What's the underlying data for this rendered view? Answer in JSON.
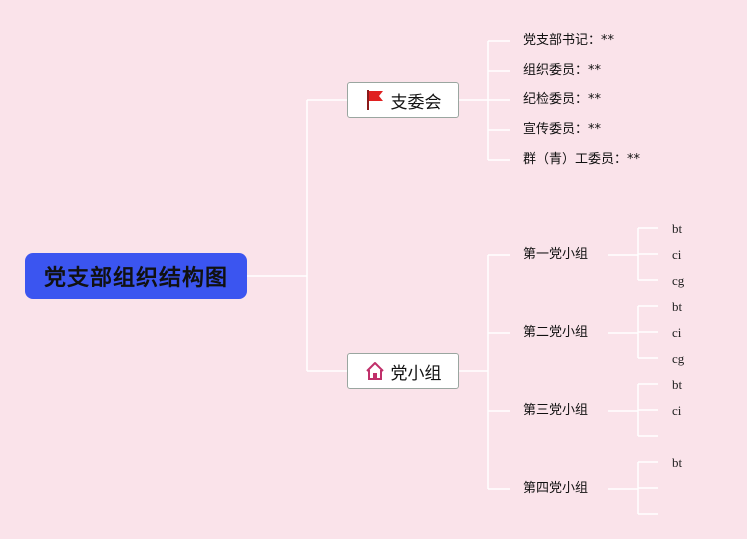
{
  "root": {
    "title": "党支部组织结构图"
  },
  "committee": {
    "label": "支委会",
    "icon": "red-flag-icon",
    "members": [
      "党支部书记：**",
      "组织委员：**",
      "纪检委员：**",
      "宣传委员：**",
      "群（青）工委员：**"
    ]
  },
  "groups": {
    "label": "党小组",
    "icon": "house-icon",
    "items": [
      {
        "name": "第一党小组",
        "leaves": [
          "bt",
          "ci",
          "cg"
        ]
      },
      {
        "name": "第二党小组",
        "leaves": [
          "bt",
          "ci",
          "cg"
        ]
      },
      {
        "name": "第三党小组",
        "leaves": [
          "bt",
          "ci",
          ""
        ]
      },
      {
        "name": "第四党小组",
        "leaves": [
          "bt",
          "",
          ""
        ]
      }
    ]
  },
  "colors": {
    "background": "#fae3ea",
    "root_fill": "#3b55f0",
    "connector": "#ffffff",
    "flag": "#e02020",
    "house": "#c0306a"
  }
}
